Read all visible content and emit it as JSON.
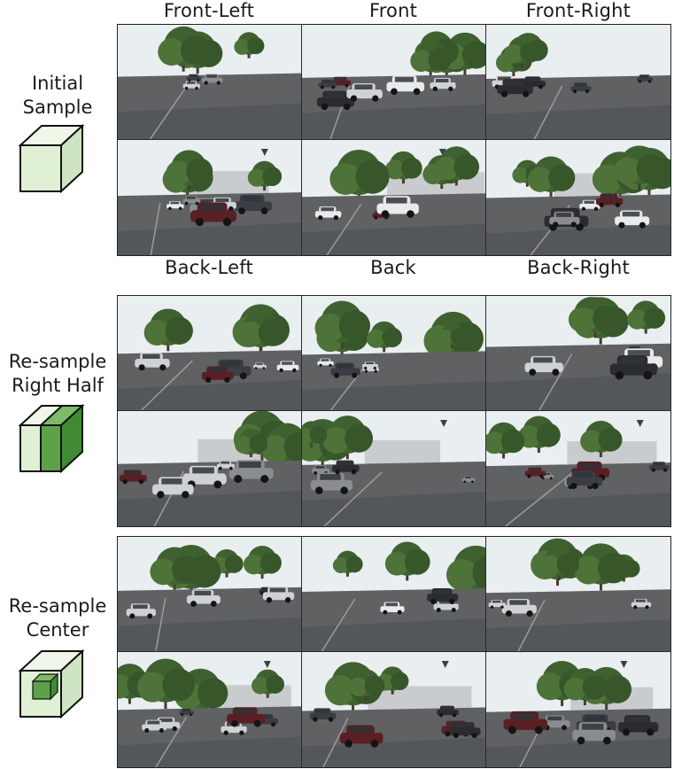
{
  "column_headers_top": [
    "Front-Left",
    "Front",
    "Front-Right"
  ],
  "column_headers_bottom": [
    "Back-Left",
    "Back",
    "Back-Right"
  ],
  "row_labels": {
    "initial": [
      "Initial",
      "Sample"
    ],
    "right_half": [
      "Re-sample",
      "Right Half"
    ],
    "center": [
      "Re-sample",
      "Center"
    ]
  },
  "colors": {
    "cube_light": "#dff0d4",
    "cube_dark": "#5da14a",
    "sky": "#e9eef1",
    "asphalt": "#5f6163",
    "tree": "#3f6130"
  },
  "icons": [
    "cube-icon-initial",
    "cube-icon-right-half",
    "cube-icon-center"
  ]
}
